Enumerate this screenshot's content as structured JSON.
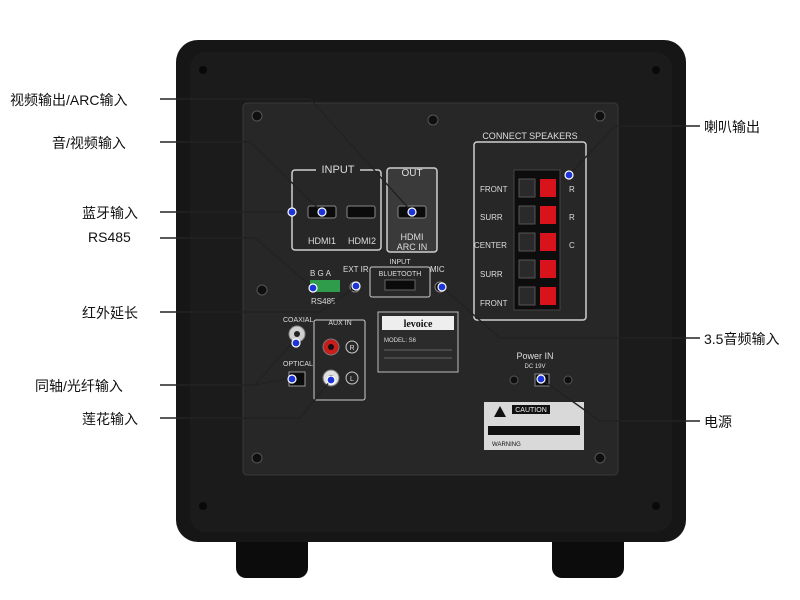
{
  "callouts": {
    "left": [
      "视频输出/ARC输入",
      "音/视频输入",
      "蓝牙输入",
      "RS485",
      "红外延长",
      "同轴/光纤输入",
      "莲花输入"
    ],
    "right": [
      "喇叭输出",
      "3.5音频输入",
      "电源"
    ]
  },
  "panel": {
    "input_label": "INPUT",
    "out_label": "OUT",
    "hdmi1": "HDMI1",
    "hdmi2": "HDMI2",
    "hdmi_arc_line1": "HDMI",
    "hdmi_arc_line2": "ARC IN",
    "connect_speakers": "CONNECT SPEAKERS",
    "front": "FRONT",
    "surr": "SURR",
    "center": "CENTER",
    "surr2": "SURR",
    "front2": "FRONT",
    "ch_r1": "R",
    "ch_r2": "R",
    "ch_c": "C",
    "bga": "B G A",
    "rs485": "RS485",
    "ext_ir": "EXT IR",
    "bt_input": "INPUT",
    "bluetooth": "BLUETOOTH",
    "mic": "MIC",
    "coaxial": "COAXIAL",
    "optical": "OPTICAL",
    "aux_in": "AUX IN",
    "aux_r": "R",
    "aux_l": "L",
    "brand": "levoice",
    "model": "MODEL: S6",
    "power_in": "Power IN",
    "dc": "DC 19V",
    "caution": "CAUTION",
    "warning": "WARNING"
  },
  "colors": {
    "cabinet": "#151515",
    "plate": "#262626",
    "marker": "#1d35d8",
    "terminal_red": "#d8131c"
  }
}
